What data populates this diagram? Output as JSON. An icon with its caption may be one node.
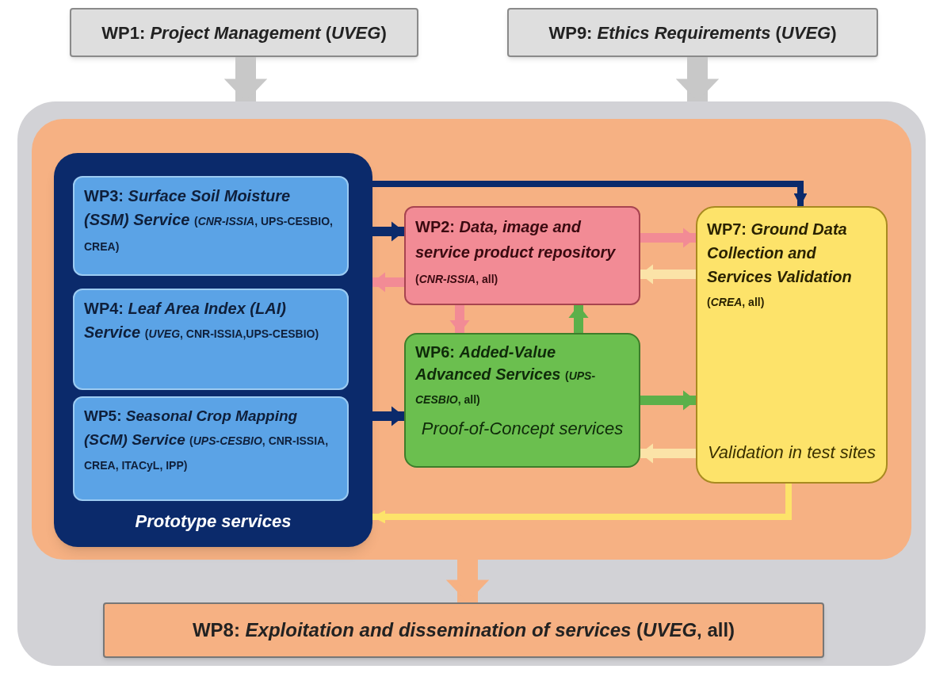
{
  "diagram": {
    "nodes": [
      {
        "text": [
          "WP1:",
          "Project Management",
          "(*UVEG*)"
        ]
      },
      {
        "text": [
          "WP9:",
          "Ethics Requirements",
          "(*UVEG*)"
        ]
      },
      {
        "text": [],
        "shape": "box"
      },
      {
        "text": [],
        "shape": "box",
        "in": 2
      },
      {
        "text": [
          "Prototype services"
        ],
        "in": 3
      },
      {
        "text": [
          "WP3:",
          "Surface Soil Moisture (SSM) Service",
          "(*CNR-ISSIA*, UPS-CESBIO, CREA)"
        ],
        "in": 4
      },
      {
        "text": [
          "WP4:",
          "Leaf Area Index (LAI) Service",
          "(*UVEG*, CNR-ISSIA,UPS-CESBIO)"
        ],
        "in": 4
      },
      {
        "text": [
          "WP5:",
          "Seasonal Crop Mapping (SCM) Service",
          "(*UPS-CESBIO*, CNR-ISSIA, CREA, ITACyL, IPP)"
        ],
        "in": 4
      },
      {
        "text": [
          "WP2:",
          "Data, image and service product repository",
          "(*CNR-ISSIA*, all)"
        ],
        "in": 3
      },
      {
        "text": [
          "WP6:",
          "Added-Value Advanced Services",
          "(*UPS-CESBIO*, all)",
          "Proof-of-Concept services"
        ],
        "in": 3
      },
      {
        "text": [
          "WP7:",
          "Ground Data Collection and Services Validation",
          "(*CREA*, all)",
          "Validation in test sites"
        ],
        "in": 3
      },
      {
        "text": [
          "WP8:",
          "Exploitation and dissemination of services",
          "(*UVEG*, all)"
        ],
        "in": 2
      }
    ],
    "edges": [
      {
        "from": 0,
        "to": 2,
        "arrow": "to",
        "style": "thick",
        "color": "#c8c8c8"
      },
      {
        "from": 1,
        "to": 2,
        "arrow": "to",
        "style": "thick",
        "color": "#c8c8c8"
      },
      {
        "from": 4,
        "to": 10,
        "arrow": "to",
        "color": "#0b2a6b"
      },
      {
        "from": 4,
        "to": 8,
        "arrow": "to",
        "color": "#0b2a6b"
      },
      {
        "from": 4,
        "to": 9,
        "arrow": "to",
        "color": "#0b2a6b"
      },
      {
        "from": 8,
        "to": 4,
        "arrow": "to",
        "color": "#f28b95"
      },
      {
        "from": 8,
        "to": 10,
        "arrow": "to",
        "color": "#f28b95"
      },
      {
        "from": 10,
        "to": 8,
        "arrow": "to",
        "color": "#fbe3a8"
      },
      {
        "from": 8,
        "to": 9,
        "arrow": "to",
        "color": "#f28b95"
      },
      {
        "from": 9,
        "to": 8,
        "arrow": "to",
        "color": "#5cb04a"
      },
      {
        "from": 9,
        "to": 10,
        "arrow": "to",
        "color": "#5cb04a"
      },
      {
        "from": 10,
        "to": 9,
        "arrow": "to",
        "color": "#fbe3a8"
      },
      {
        "from": 10,
        "to": 4,
        "arrow": "to",
        "color": "#fde36a"
      },
      {
        "from": 3,
        "to": 11,
        "arrow": "to",
        "style": "thick",
        "color": "#f6b183"
      }
    ]
  }
}
